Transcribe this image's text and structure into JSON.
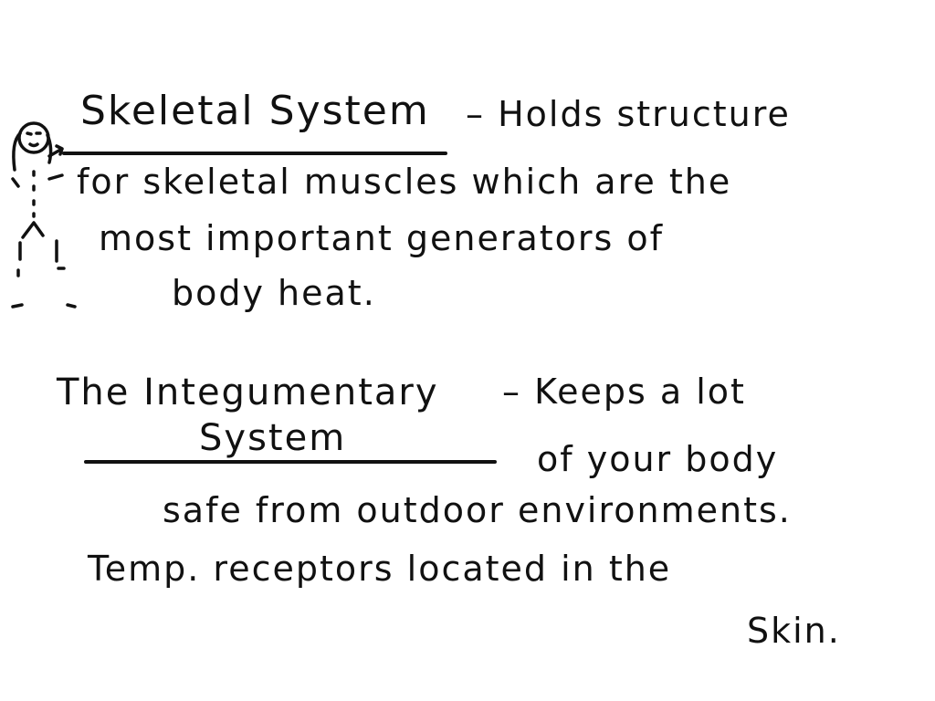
{
  "notes": {
    "skeletal": {
      "heading": "Skeletal System",
      "line1_rest": "– Holds structure",
      "line2": "for skeletal muscles which are the",
      "line3": "most important generators of",
      "line4": "body heat."
    },
    "integumentary": {
      "heading_line1": "The Integumentary",
      "heading_line1_rest": "– Keeps a lot",
      "heading_line2": "System",
      "line2_rest": "of your body",
      "line3": "safe from outdoor environments.",
      "line4": "Temp. receptors located in the",
      "line5": "Skin."
    }
  },
  "ink_color": "#111111",
  "background_color": "#ffffff",
  "doodle": "stick-figure"
}
